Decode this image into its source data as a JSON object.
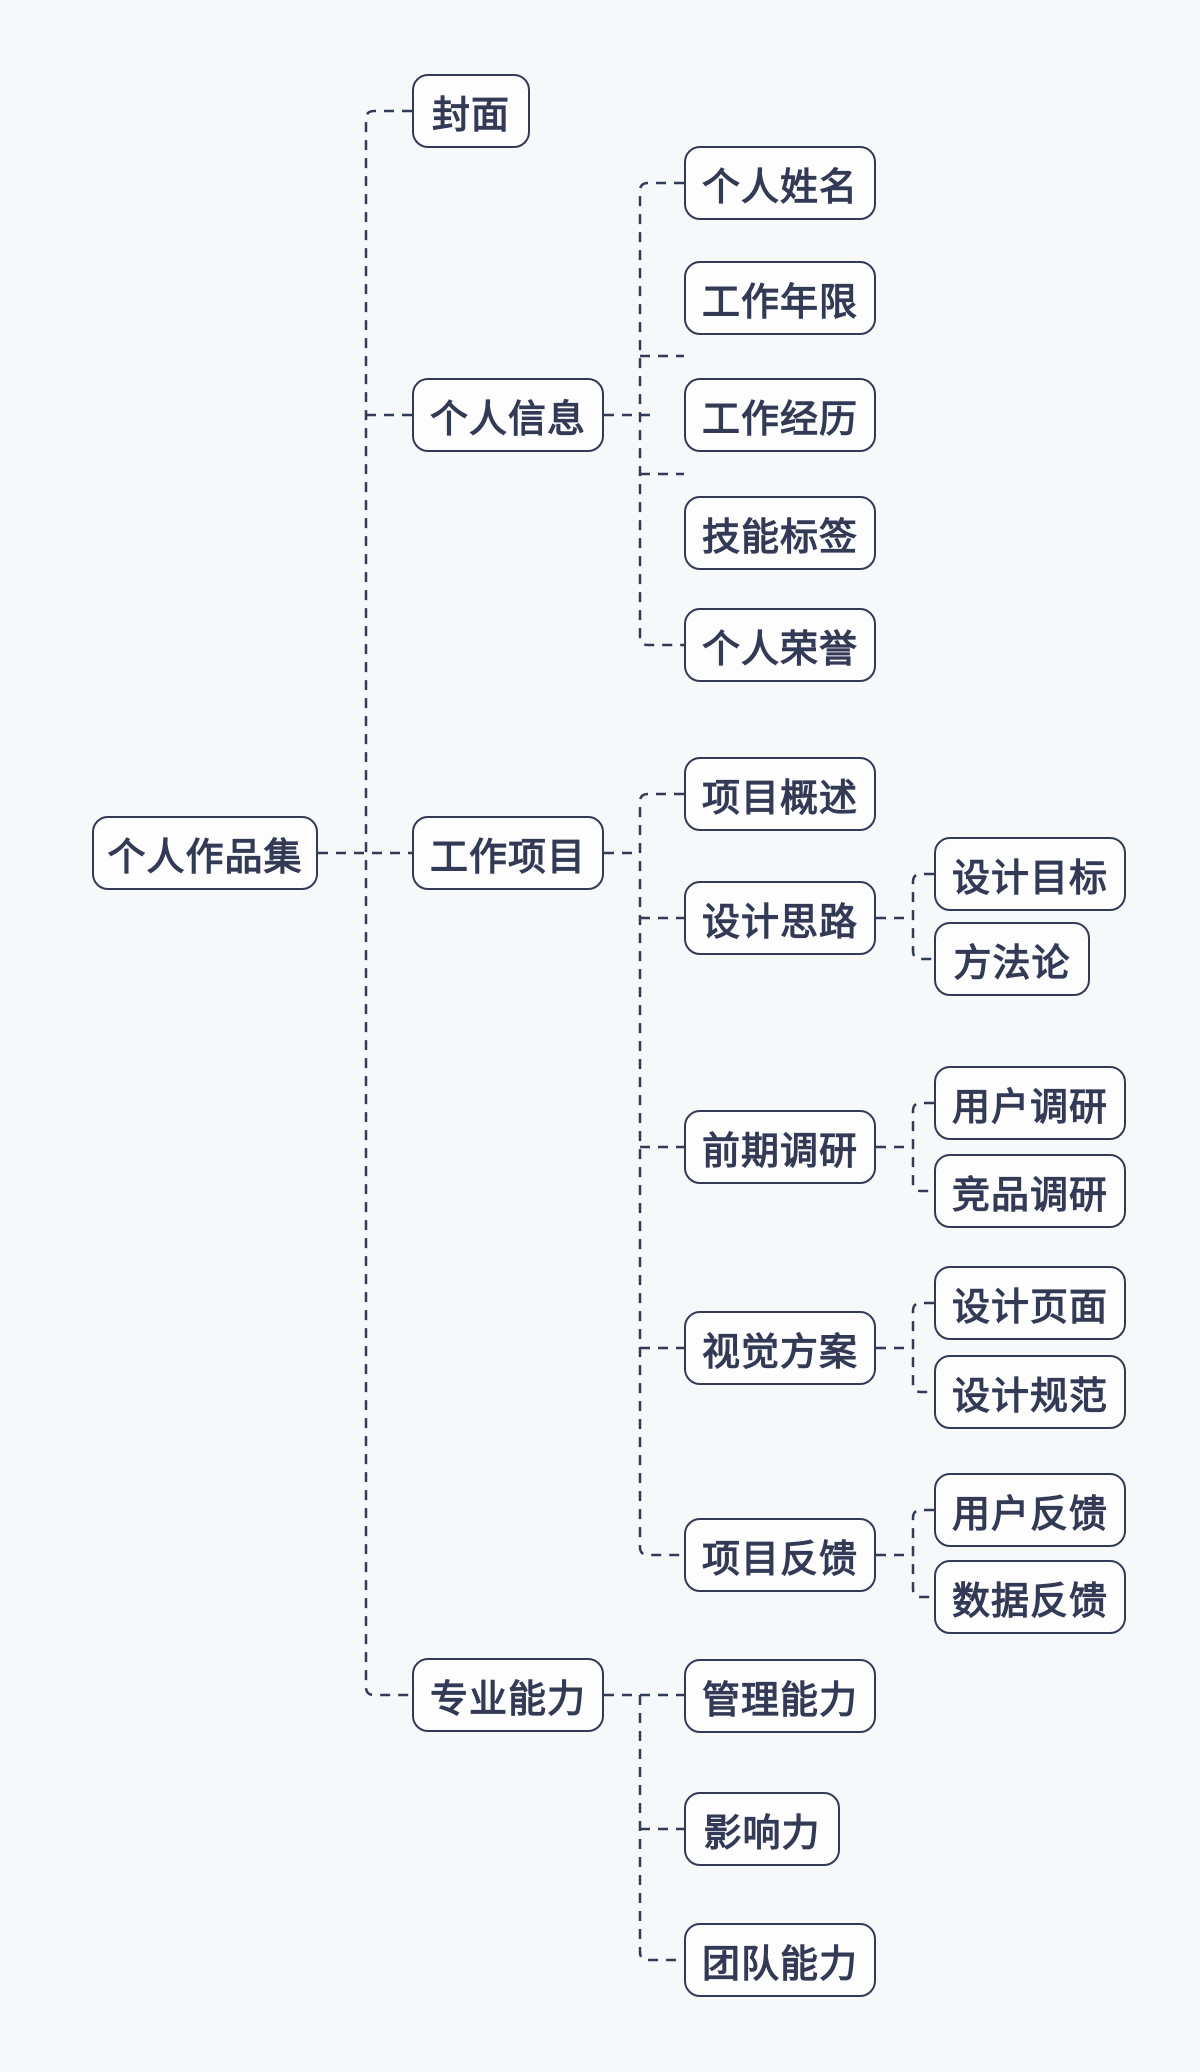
{
  "colors": {
    "canvas_background": "#f7f8fa",
    "node_background": "#fdfdfe",
    "node_border": "#333a56",
    "text": "#333a56",
    "connector_line": "#333a56"
  },
  "connector_style": "dashed-elbow",
  "mindmap": {
    "root": {
      "label": "个人作品集",
      "children": [
        {
          "label": "封面",
          "children": []
        },
        {
          "label": "个人信息",
          "children": [
            {
              "label": "个人姓名"
            },
            {
              "label": "工作年限"
            },
            {
              "label": "工作经历"
            },
            {
              "label": "技能标签"
            },
            {
              "label": "个人荣誉"
            }
          ]
        },
        {
          "label": "工作项目",
          "children": [
            {
              "label": "项目概述",
              "children": []
            },
            {
              "label": "设计思路",
              "children": [
                {
                  "label": "设计目标"
                },
                {
                  "label": "方法论"
                }
              ]
            },
            {
              "label": "前期调研",
              "children": [
                {
                  "label": "用户调研"
                },
                {
                  "label": "竞品调研"
                }
              ]
            },
            {
              "label": "视觉方案",
              "children": [
                {
                  "label": "设计页面"
                },
                {
                  "label": "设计规范"
                }
              ]
            },
            {
              "label": "项目反馈",
              "children": [
                {
                  "label": "用户反馈"
                },
                {
                  "label": "数据反馈"
                }
              ]
            }
          ]
        },
        {
          "label": "专业能力",
          "children": [
            {
              "label": "管理能力"
            },
            {
              "label": "影响力"
            },
            {
              "label": "团队能力"
            }
          ]
        }
      ]
    }
  }
}
